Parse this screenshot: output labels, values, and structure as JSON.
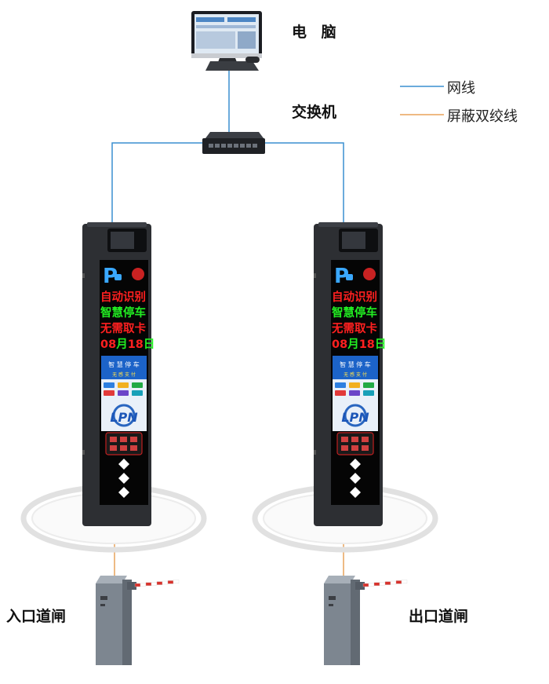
{
  "labels": {
    "computer": "电 脑",
    "switch": "交换机",
    "entry_gate": "入口道闸",
    "exit_gate": "出口道闸"
  },
  "legend": [
    {
      "text": "网线",
      "color": "#3a8fd0"
    },
    {
      "text": "屏蔽双绞线",
      "color": "#e8a25a"
    }
  ],
  "kiosk": {
    "parking_glyph": "P",
    "led_lines": [
      {
        "text": "自动识别",
        "color": "#ff2020"
      },
      {
        "text": "智慧停车",
        "color": "#22ee22"
      },
      {
        "text": "无需取卡",
        "color": "#ff2020"
      }
    ],
    "date": {
      "month": "08",
      "month_unit": "月",
      "day": "18",
      "day_unit": "日"
    },
    "poster_title": "智 慧 停 车",
    "poster_subtitle": "无 感 支 付",
    "brand": "LPN"
  },
  "colors": {
    "network_cable": "#3a8fd0",
    "shielded_cable": "#e8a25a",
    "kiosk_body": "#2d2f33",
    "gate_body": "#7d8690",
    "boom_red": "#d8322c"
  }
}
